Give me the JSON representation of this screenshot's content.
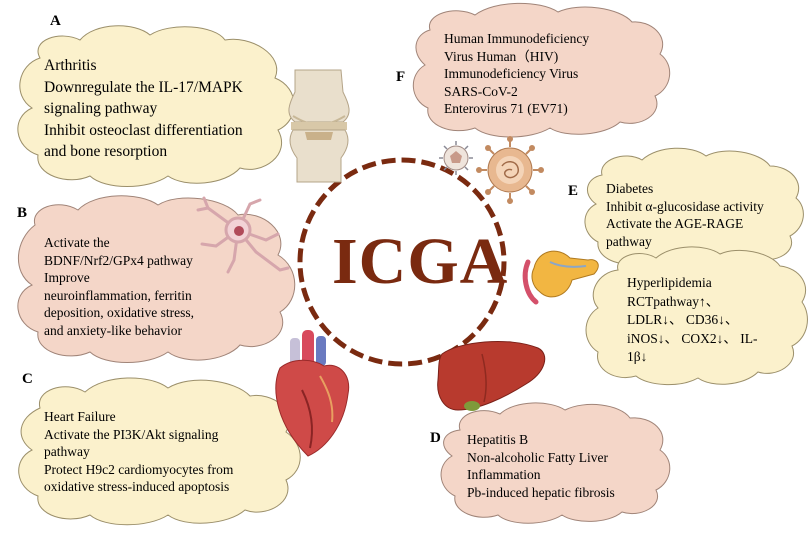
{
  "center": {
    "title": "ICGA"
  },
  "panels": {
    "A": {
      "label": "A",
      "lines": [
        "Arthritis",
        "Downregulate the IL-17/MAPK",
        "signaling pathway",
        "Inhibit osteoclast differentiation",
        "and bone resorption"
      ]
    },
    "B": {
      "label": "B",
      "lines": [
        "Activate the",
        "BDNF/Nrf2/GPx4 pathway",
        "Improve",
        "neuroinflammation, ferritin",
        "deposition, oxidative stress,",
        "and anxiety-like behavior"
      ]
    },
    "C": {
      "label": "C",
      "lines": [
        "Heart Failure",
        "Activate the PI3K/Akt signaling",
        "pathway",
        "Protect H9c2 cardiomyocytes from",
        "oxidative stress-induced apoptosis"
      ]
    },
    "D": {
      "label": "D",
      "lines": [
        "Hepatitis B",
        "Non-alcoholic Fatty Liver",
        "Inflammation",
        "Pb-induced hepatic fibrosis"
      ]
    },
    "E": {
      "label": "E",
      "diabetes_lines": [
        "Diabetes",
        "Inhibit α-glucosidase activity",
        "Activate the AGE-RAGE",
        "pathway"
      ],
      "hyperlipidemia_lines": [
        "Hyperlipidemia",
        "RCTpathway↑、",
        "LDLR↓、 CD36↓、",
        "iNOS↓、 COX2↓、 IL-",
        "1β↓"
      ]
    },
    "F": {
      "label": "F",
      "lines": [
        "Human Immunodeficiency",
        "Virus Human（HIV)",
        "Immunodeficiency Virus",
        "SARS-CoV-2",
        "Enterovirus 71 (EV71)"
      ]
    }
  },
  "colors": {
    "yellow_cloud": "#fbf1cc",
    "pink_cloud": "#f4d6c8",
    "circle": "#7a2a10",
    "title": "#7a2a10"
  },
  "icons": [
    "knee-joint-icon",
    "neuron-icon",
    "heart-icon",
    "liver-icon",
    "pancreas-icon",
    "virus-small-icon",
    "virus-large-icon"
  ]
}
